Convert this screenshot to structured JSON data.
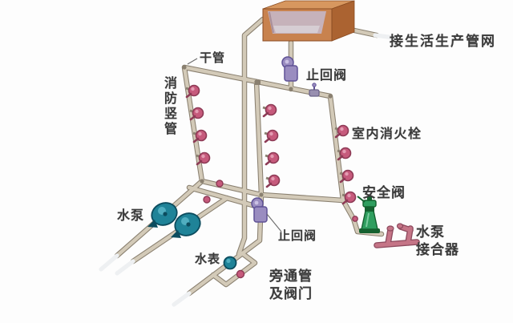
{
  "labels": {
    "connect_network": "接生活生产管网",
    "main_pipe": "干管",
    "check_valve_top": "止回阀",
    "fire_riser_vertical": "消防竖管",
    "indoor_hydrant": "室内消火栓",
    "safety_valve": "安全阀",
    "water_pump": "水泵",
    "check_valve_bottom": "止回阀",
    "water_meter": "水表",
    "bypass_line1": "旁通管",
    "bypass_line2": "及阀门",
    "pump_coupler_line1": "水泵",
    "pump_coupler_line2": "接合器"
  },
  "colors": {
    "background": "#fdfdfd",
    "text": "#3b3b3b",
    "leader": "#6b6b6b",
    "pipe": "#d3cab8",
    "pipeEdge": "#8a8070",
    "pipeTip": "#eef0f2",
    "hydrant": "#c65a7c",
    "hydrantEdge": "#8d3a55",
    "purple": "#9a8dc0",
    "purpleEdge": "#5f5296",
    "teal": "#1f8398",
    "tealEdge": "#0c4c5e",
    "green": "#2f9e5f",
    "greenEdge": "#14602f",
    "pinkCoupler": "#c57587",
    "pinkCouplerEdge": "#8e4a5e",
    "tankFront": "#c8824e",
    "tankSide": "#ab6331",
    "tankTop": "#d7975f",
    "tankEdge": "#8a4c22",
    "tankInterior": "#c6b2ba",
    "tankFloor": "#d6cdd3"
  }
}
